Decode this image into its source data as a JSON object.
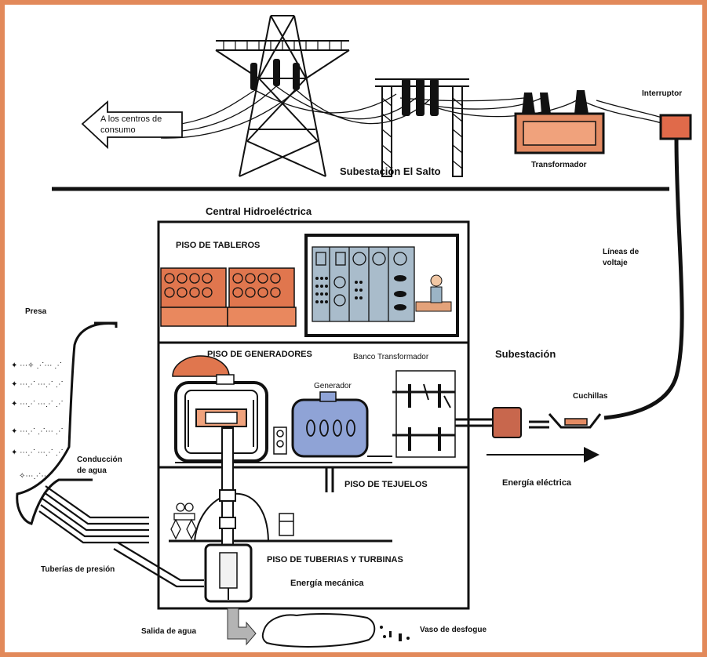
{
  "labels": {
    "a_centros_line1": "A los centros de",
    "a_centros_line2": "consumo",
    "subestacion_el_salto": "Subestación El Salto",
    "transformador": "Transformador",
    "interruptor": "Interruptor",
    "central_hidroelectrica": "Central Hidroeléctrica",
    "piso_de_tableros": "PISO DE TABLEROS",
    "lineas_de_voltaje_line1": "Líneas de",
    "lineas_de_voltaje_line2": "voltaje",
    "presa": "Presa",
    "piso_de_generadores": "PISO DE GENERADORES",
    "banco_transformador": "Banco Transformador",
    "subestacion": "Subestación",
    "generador": "Generador",
    "cuchillas": "Cuchillas",
    "conduccion_line1": "Conducción",
    "conduccion_line2": "de agua",
    "piso_de_tejuelos": "PISO DE TEJUELOS",
    "energia_electrica": "Energía eléctrica",
    "piso_de_tuberias": "PISO DE TUBERIAS Y TURBINAS",
    "tuberias_de_presion": "Tuberías de presión",
    "energia_mecanica": "Energía mecánica",
    "salida_de_agua": "Salida de agua",
    "vaso_de_desfogue": "Vaso de desfogue"
  },
  "colors": {
    "frame": "#e2895a",
    "panel_orange": "#e0764e",
    "console_blue": "#a9bccb",
    "generator_blue": "#8fa3d6",
    "line": "#111111"
  }
}
